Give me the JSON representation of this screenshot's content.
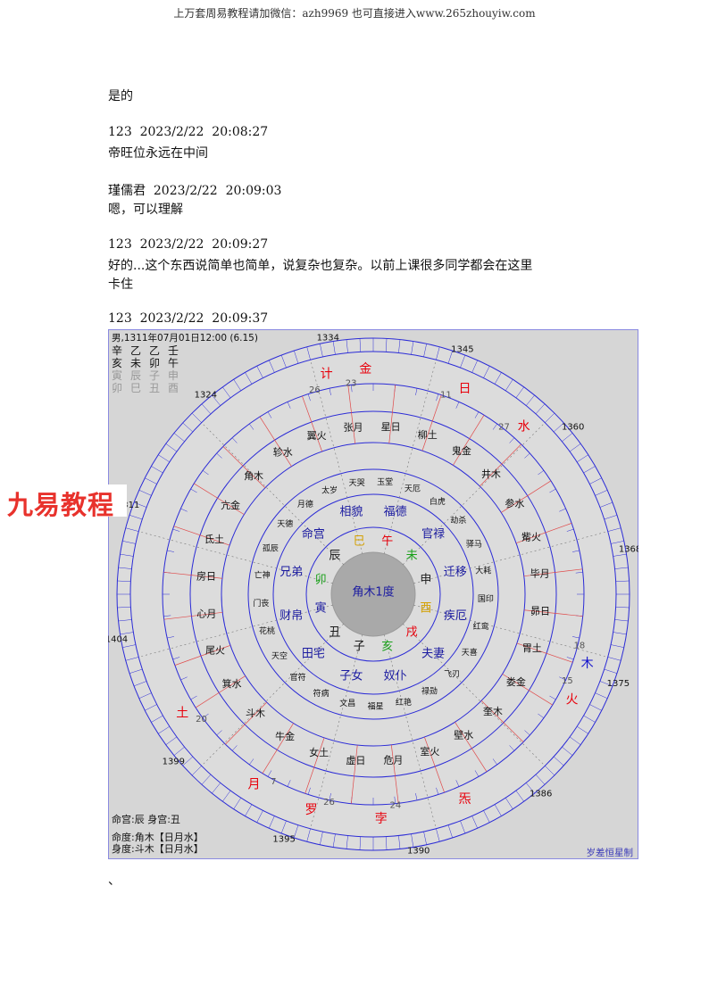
{
  "header": "上万套周易教程请加微信：azh9969  也可直接进入www.265zhouyiw.com",
  "messages": [
    {
      "text": "是的"
    },
    {
      "text": "123  2023/2/22  20:08:27"
    },
    {
      "text": "帝旺位永远在中间"
    },
    {
      "text": "瑾儒君  2023/2/22  20:09:03"
    },
    {
      "text": "嗯，可以理解"
    },
    {
      "text": "123  2023/2/22  20:09:27"
    },
    {
      "text": "好的...这个东西说简单也简单，说复杂也复杂。以前上课很多同学都会在这里"
    },
    {
      "text": "卡住"
    },
    {
      "text": "123  2023/2/22  20:09:37"
    }
  ],
  "trailing_mark": "、",
  "watermark": "九易教程",
  "chart": {
    "header_line": "男,1311年07月01日12:00 (6.15)",
    "pillars": [
      [
        "辛",
        "乙",
        "乙",
        "壬"
      ],
      [
        "亥",
        "未",
        "卯",
        "午"
      ],
      [
        "寅",
        "辰",
        "子",
        "申"
      ],
      [
        "卯",
        "巳",
        "丑",
        "酉"
      ]
    ],
    "center_label": "角木1度",
    "credit": "岁差恒星制",
    "footer": [
      "命宫:辰  身宫:丑",
      "命度:角木【日月水】",
      "身度:斗木【日月水】"
    ],
    "years": [
      "1334",
      "1345",
      "1360",
      "1368",
      "1375",
      "1386",
      "1390",
      "1395",
      "1399",
      "1404",
      "1311",
      "1324"
    ],
    "palaces": [
      "福德",
      "官禄",
      "迁移",
      "疾厄",
      "夫妻",
      "奴仆",
      "子女",
      "田宅",
      "财帛",
      "兄弟",
      "命宫",
      "相貌"
    ],
    "branches": [
      "午",
      "未",
      "申",
      "酉",
      "戌",
      "亥",
      "子",
      "丑",
      "寅",
      "卯",
      "辰",
      "巳"
    ],
    "mansions": [
      "星日",
      "柳土",
      "鬼金",
      "井木",
      "参水",
      "觜火",
      "毕月",
      "昴日",
      "胃土",
      "娄金",
      "奎木",
      "壁水",
      "室火",
      "危月",
      "虚日",
      "女土",
      "牛金",
      "斗木",
      "箕水",
      "尾火",
      "心月",
      "房日",
      "氐土",
      "亢金",
      "角木",
      "轸水",
      "翼火",
      "张月"
    ],
    "planets": [
      {
        "name": "计",
        "color": "#e8000b",
        "deg": "26"
      },
      {
        "name": "金",
        "color": "#e8000b",
        "deg": "23"
      },
      {
        "name": "日",
        "color": "#e8000b",
        "deg": "11"
      },
      {
        "name": "水",
        "color": "#e8000b",
        "deg": "27"
      },
      {
        "name": "木",
        "color": "#1010cc",
        "deg": "18"
      },
      {
        "name": "火",
        "color": "#e8000b",
        "deg": "15"
      },
      {
        "name": "炁",
        "color": "#e8000b",
        "deg": ""
      },
      {
        "name": "孛",
        "color": "#e8000b",
        "deg": "24"
      },
      {
        "name": "罗",
        "color": "#e8000b",
        "deg": "26"
      },
      {
        "name": "月",
        "color": "#e8000b",
        "deg": "7"
      },
      {
        "name": "土",
        "color": "#e8000b",
        "deg": "20"
      }
    ],
    "spirits": [
      "玉堂",
      "天厄",
      "白虎",
      "劫杀",
      "驿马",
      "大耗",
      "国印",
      "红鸾",
      "天喜",
      "飞刃",
      "禄勋",
      "红艳",
      "福星",
      "文昌",
      "符病",
      "官符",
      "天空",
      "花桃",
      "门丧",
      "亡神",
      "孤辰",
      "天德",
      "月德",
      "太岁",
      "天哭"
    ]
  }
}
